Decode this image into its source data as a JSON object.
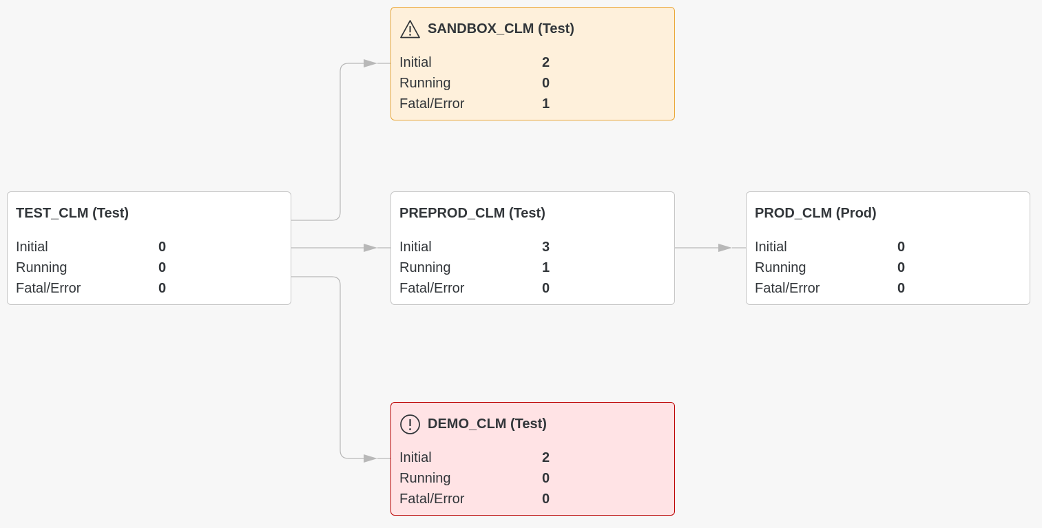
{
  "labels": {
    "initial": "Initial",
    "running": "Running",
    "fatal_error": "Fatal/Error"
  },
  "colors": {
    "connector": "#b8b8b8",
    "warning_bg": "#fef0db",
    "warning_border": "#e9a637",
    "error_bg": "#ffe3e5",
    "error_border": "#bb0000"
  },
  "nodes": {
    "sandbox": {
      "title": "SANDBOX_CLM (Test)",
      "status": "warning",
      "icon": "warning-triangle-icon",
      "initial": "2",
      "running": "0",
      "fatal_error": "1"
    },
    "test": {
      "title": "TEST_CLM (Test)",
      "status": "none",
      "initial": "0",
      "running": "0",
      "fatal_error": "0"
    },
    "preprod": {
      "title": "PREPROD_CLM (Test)",
      "status": "none",
      "initial": "3",
      "running": "1",
      "fatal_error": "0"
    },
    "prod": {
      "title": "PROD_CLM (Prod)",
      "status": "none",
      "initial": "0",
      "running": "0",
      "fatal_error": "0"
    },
    "demo": {
      "title": "DEMO_CLM (Test)",
      "status": "error",
      "icon": "error-circle-icon",
      "initial": "2",
      "running": "0",
      "fatal_error": "0"
    }
  },
  "connections": [
    {
      "from": "test",
      "to": "sandbox"
    },
    {
      "from": "test",
      "to": "preprod"
    },
    {
      "from": "test",
      "to": "demo"
    },
    {
      "from": "preprod",
      "to": "prod"
    }
  ]
}
